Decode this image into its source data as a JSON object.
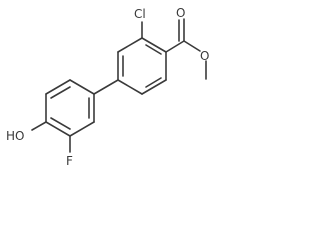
{
  "molecule": {
    "atoms": {
      "chlorine": "Cl",
      "carbonyl_oxygen": "O",
      "ester_oxygen": "O",
      "hydroxyl": "HO",
      "fluorine": "F"
    }
  }
}
